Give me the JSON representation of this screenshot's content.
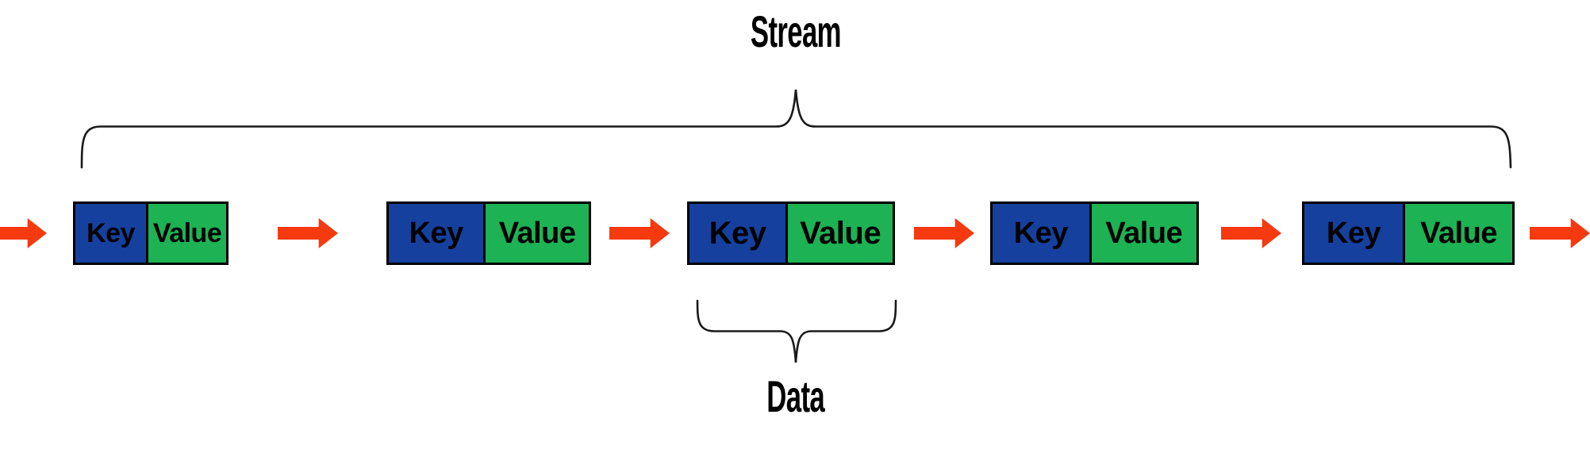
{
  "diagram": {
    "title_top": "Stream",
    "title_bottom": "Data",
    "boxes": [
      {
        "key": "Key",
        "value": "Value"
      },
      {
        "key": "Key",
        "value": "Value"
      },
      {
        "key": "Key",
        "value": "Value"
      },
      {
        "key": "Key",
        "value": "Value"
      },
      {
        "key": "Key",
        "value": "Value"
      }
    ],
    "arrow_count": 6,
    "colors": {
      "key-fill": "#16409E",
      "value-fill": "#1DB254",
      "arrow-fill": "#F53A10",
      "box-border": "#000000",
      "brace-stroke": "#1A1A1A",
      "label-color": "#000000"
    }
  }
}
